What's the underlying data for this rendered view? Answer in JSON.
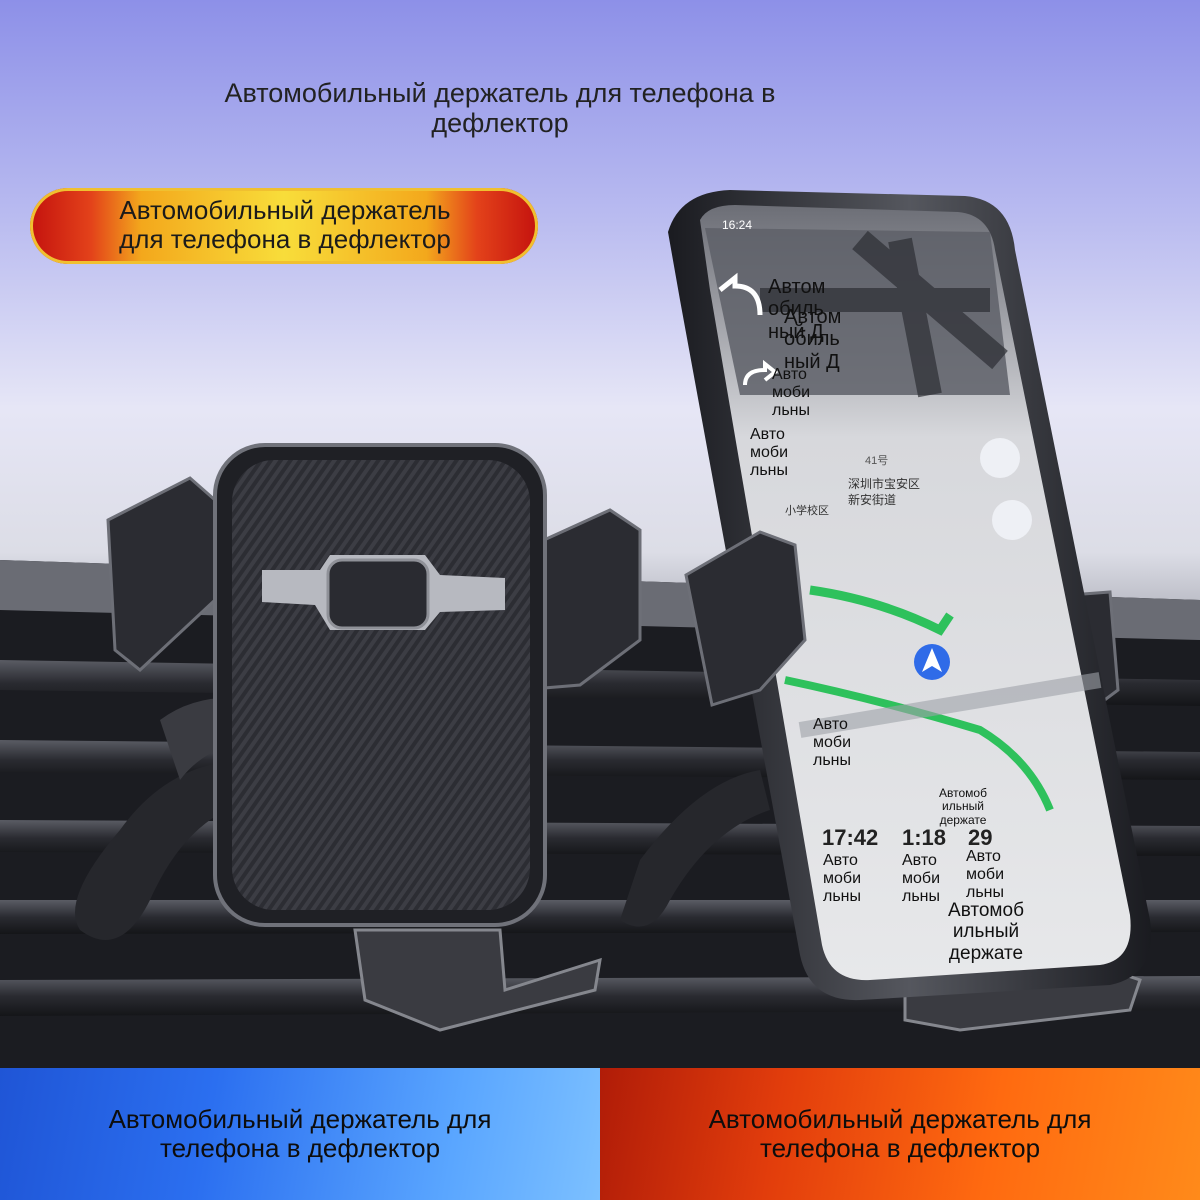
{
  "header": {
    "title": "Автомобильный держатель для телефона в дефлектор"
  },
  "banner": {
    "text": "Автомобильный держатель для телефона в дефлектор"
  },
  "footer": {
    "left_text": "Автомобильный держатель для телефона в дефлектор",
    "right_text": "Автомобильный держатель для телефона в дефлектор"
  },
  "phone_screen": {
    "status_time": "16:24",
    "road_label": "41号",
    "place_label_1": "深圳市宝安区",
    "place_label_2": "新安街道",
    "school_label": "小学校区",
    "time_left": "17:42",
    "time_mid": "1:18",
    "time_right": "29",
    "overlay_labels": [
      "Автом обиль ный Д",
      "Автом обиль ный Д",
      "Авто моби льны",
      "Авто моби льны",
      "Авто моби льны",
      "Автомоб ильный держате",
      "Авто моби льны",
      "Авто моби льны",
      "Авто моби льны",
      "Автомоб ильный держате"
    ]
  },
  "colors": {
    "banner_red": "#c4120e",
    "banner_yellow": "#f8dd3a",
    "footer_blue": "#2b6ff0",
    "footer_orange": "#ff6a10",
    "route_green": "#2ec15c"
  }
}
